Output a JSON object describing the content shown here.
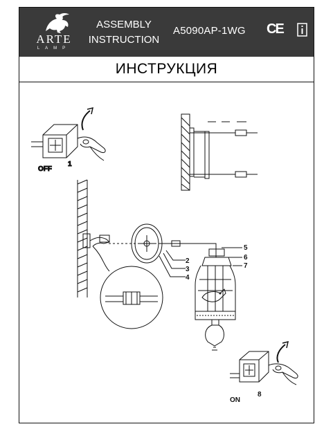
{
  "header": {
    "brand": "ARTE",
    "brand_sub": "LAMP",
    "line1": "ASSEMBLY",
    "line2": "INSTRUCTION",
    "model": "A5090AP-1WG",
    "ce_mark": "CE",
    "icon_info": "info-book-icon",
    "colors": {
      "header_bg": "#3a3a3a",
      "text": "#ffffff"
    }
  },
  "title": "ИНСТРУКЦИЯ",
  "labels": {
    "off": "OFF",
    "step1": "1",
    "on": "ON",
    "step8": "8",
    "p2": "2",
    "p3": "3",
    "p4": "4",
    "p5": "5",
    "p6": "6",
    "p7": "7"
  }
}
